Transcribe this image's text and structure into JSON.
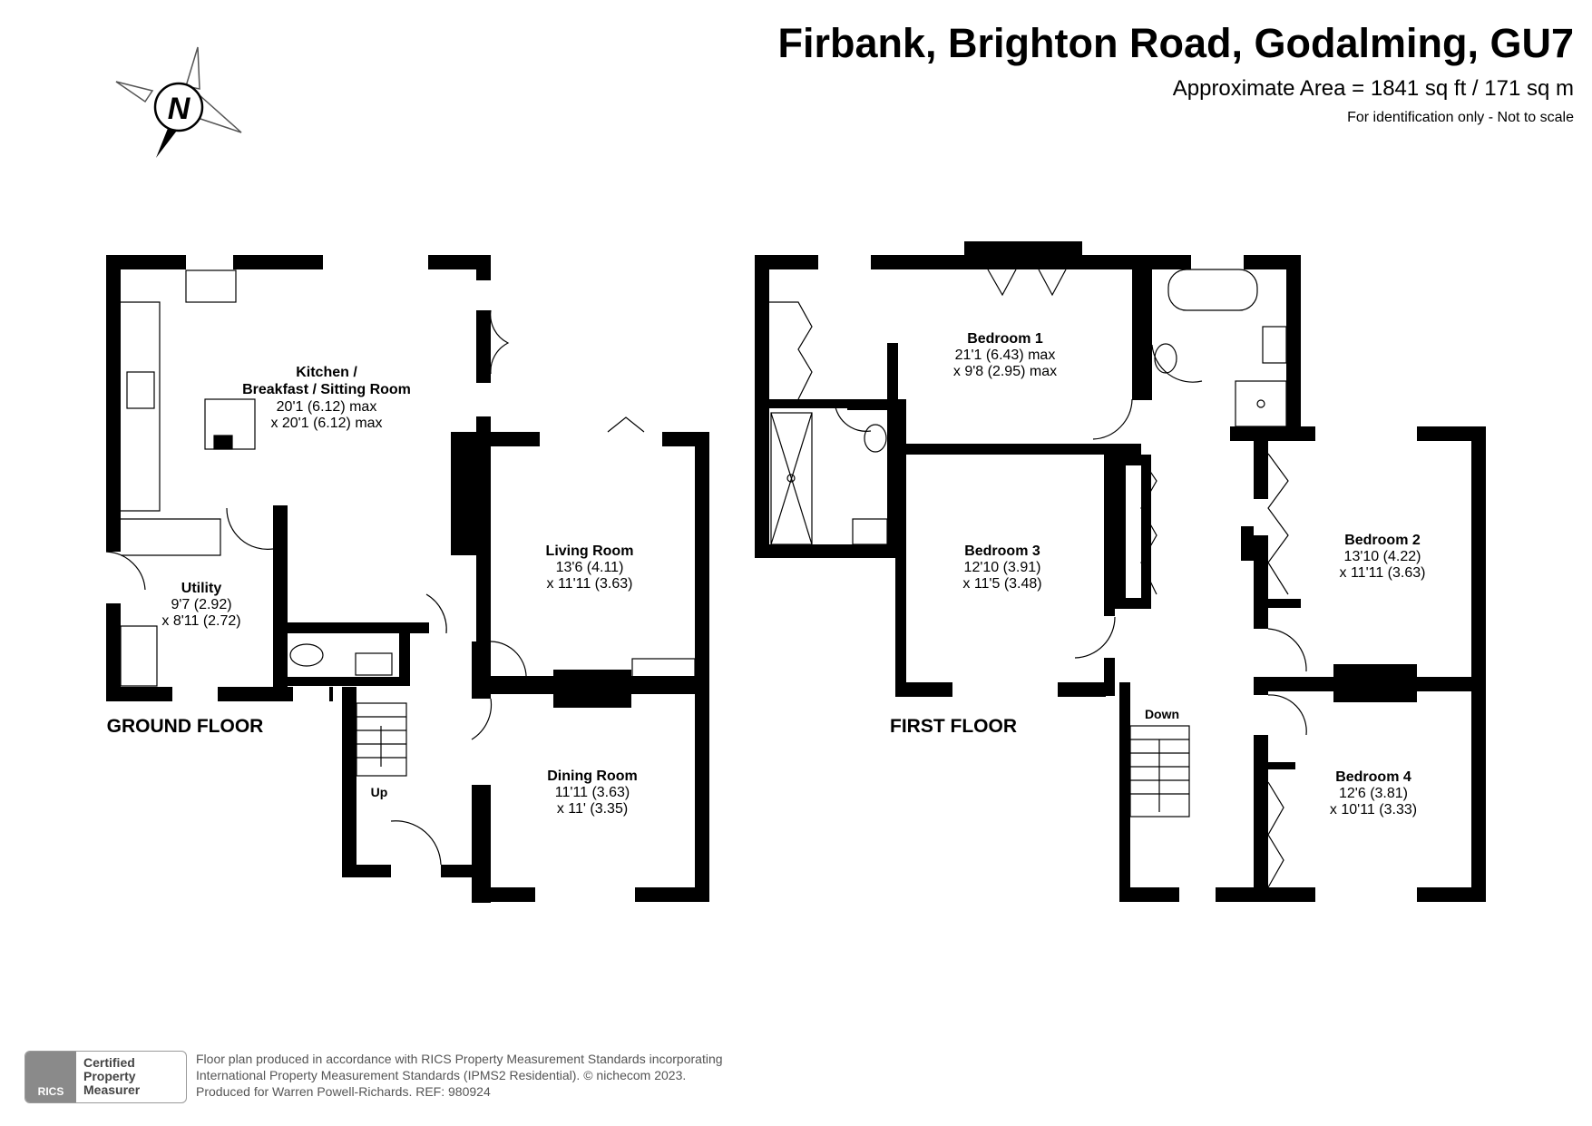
{
  "header": {
    "title": "Firbank, Brighton Road, Godalming, GU7",
    "area": "Approximate Area = 1841 sq ft / 171 sq m",
    "identification": "For identification only - Not to scale"
  },
  "compass": {
    "label": "N"
  },
  "floors": {
    "ground": {
      "label": "GROUND FLOOR",
      "stairs": "Up",
      "rooms": [
        {
          "name_lines": [
            "Kitchen /",
            "Breakfast / Sitting Room"
          ],
          "dims": [
            "20'1 (6.12) max",
            "x 20'1 (6.12) max"
          ]
        },
        {
          "name_lines": [
            "Utility"
          ],
          "dims": [
            "9'7 (2.92)",
            "x 8'11 (2.72)"
          ]
        },
        {
          "name_lines": [
            "Living Room"
          ],
          "dims": [
            "13'6 (4.11)",
            "x 11'11 (3.63)"
          ]
        },
        {
          "name_lines": [
            "Dining Room"
          ],
          "dims": [
            "11'11 (3.63)",
            "x 11' (3.35)"
          ]
        }
      ]
    },
    "first": {
      "label": "FIRST FLOOR",
      "stairs": "Down",
      "rooms": [
        {
          "name_lines": [
            "Bedroom 1"
          ],
          "dims": [
            "21'1 (6.43) max",
            "x 9'8 (2.95) max"
          ]
        },
        {
          "name_lines": [
            "Bedroom 3"
          ],
          "dims": [
            "12'10 (3.91)",
            "x 11'5 (3.48)"
          ]
        },
        {
          "name_lines": [
            "Bedroom 2"
          ],
          "dims": [
            "13'10 (4.22)",
            "x 11'11 (3.63)"
          ]
        },
        {
          "name_lines": [
            "Bedroom 4"
          ],
          "dims": [
            "12'6 (3.81)",
            "x 10'11 (3.33)"
          ]
        }
      ]
    }
  },
  "badge": {
    "logo_text": "RICS",
    "lines": [
      "Certified",
      "Property",
      "Measurer"
    ]
  },
  "footer": {
    "lines": [
      "Floor plan produced in accordance with RICS Property Measurement Standards incorporating",
      "International Property Measurement Standards (IPMS2 Residential).   © nichecom 2023.",
      "Produced for Warren Powell-Richards.   REF:  980924"
    ]
  }
}
